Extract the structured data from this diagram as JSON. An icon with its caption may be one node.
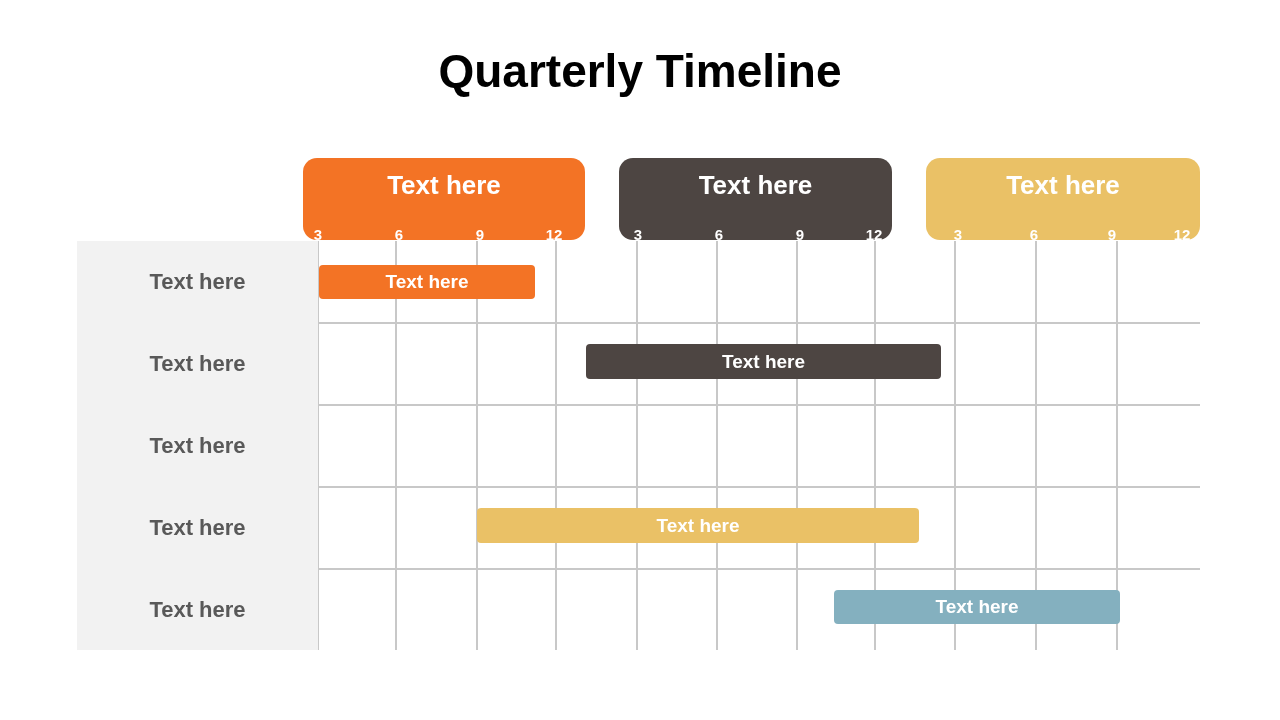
{
  "diagram": {
    "title": "Quarterly Timeline",
    "nodes": [
      {
        "text": [
          "Text here"
        ]
      },
      {
        "text": [
          "Text here"
        ]
      },
      {
        "text": [
          "Text here"
        ]
      },
      {
        "text": [
          "Text here"
        ]
      },
      {
        "text": [
          "Text here"
        ]
      },
      {
        "text": [
          "Text here"
        ]
      },
      {
        "text": [
          "Text here"
        ]
      },
      {
        "text": [
          "Text here"
        ]
      },
      {
        "text": [
          "Text here"
        ]
      },
      {
        "text": [
          "Text here"
        ]
      },
      {
        "text": [
          "Text here"
        ]
      },
      {
        "text": [
          "Text here"
        ]
      }
    ],
    "edges": [],
    "labels": [
      "3",
      "6",
      "9",
      "12",
      "3",
      "6",
      "9",
      "12",
      "3",
      "6",
      "9",
      "12"
    ]
  }
}
